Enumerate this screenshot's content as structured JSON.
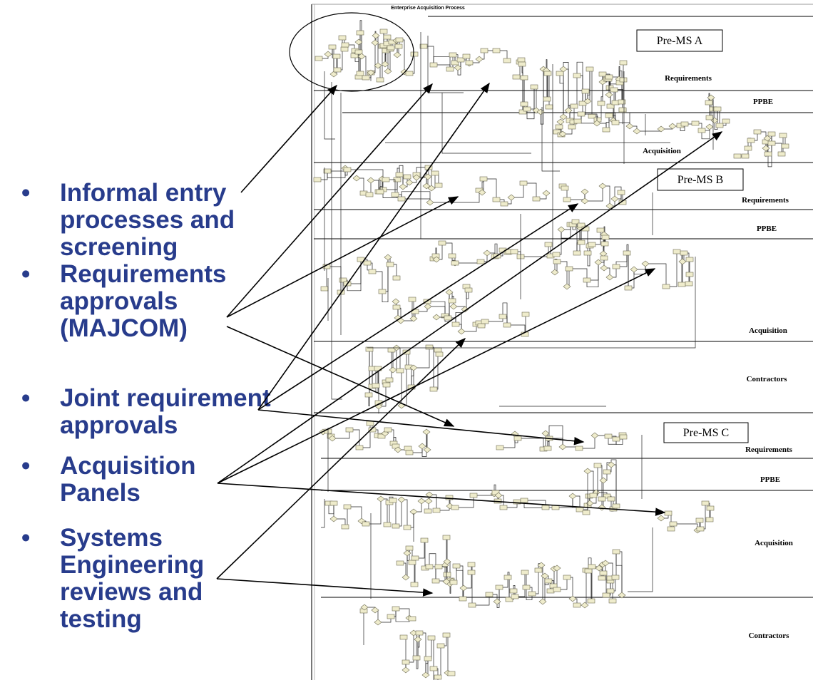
{
  "diagram_title": "Enterprise Acquisition Process",
  "bullets": [
    {
      "text": "Informal entry\nprocesses and\nscreening"
    },
    {
      "text": "Requirements\napprovals\n(MAJCOM)"
    },
    {
      "text": "Joint requirement\napprovals"
    },
    {
      "text": "Acquisition\nPanels"
    },
    {
      "text": "Systems\nEngineering\nreviews and\ntesting"
    }
  ],
  "bullet_symbol": "•",
  "phases": [
    {
      "label": "Pre-MS A",
      "lanes": [
        "Requirements",
        "PPBE",
        "Acquisition"
      ]
    },
    {
      "label": "Pre-MS B",
      "lanes": [
        "Requirements",
        "PPBE",
        "Acquisition",
        "Contractors"
      ]
    },
    {
      "label": "Pre-MS C",
      "lanes": [
        "Requirements",
        "PPBE",
        "Acquisition",
        "Contractors"
      ]
    }
  ],
  "colors": {
    "bullet_text": "#283c8c",
    "node_fill": "#efeccc",
    "node_stroke": "#6f6d55",
    "lines": "#000000"
  }
}
